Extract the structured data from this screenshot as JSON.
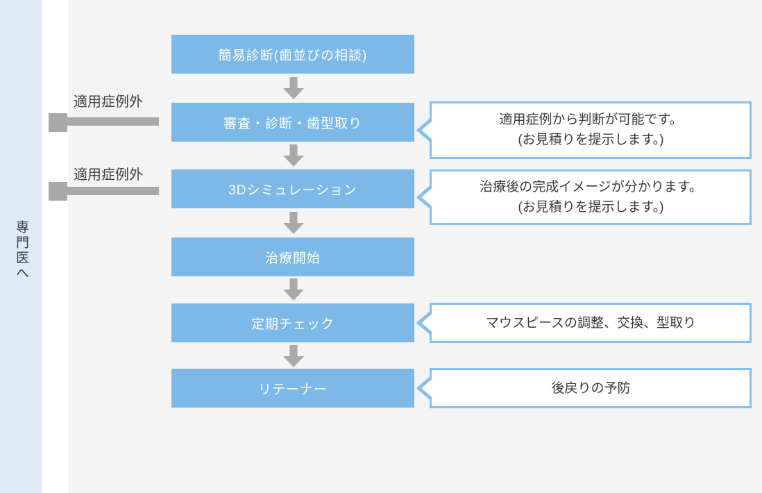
{
  "diagram": {
    "side_label": "専門医へ",
    "steps": [
      {
        "label": "簡易診断(歯並びの相談)"
      },
      {
        "label": "審査・診断・歯型取り"
      },
      {
        "label": "3Dシミュレーション"
      },
      {
        "label": "治療開始"
      },
      {
        "label": "定期チェック"
      },
      {
        "label": "リテーナー"
      }
    ],
    "branches": [
      {
        "label": "適用症例外"
      },
      {
        "label": "適用症例外"
      }
    ],
    "callouts": [
      {
        "lines": [
          "適用症例から判断が可能です。",
          "(お見積りを提示します。)"
        ]
      },
      {
        "lines": [
          "治療後の完成イメージが分かります。",
          "(お見積りを提示します。)"
        ]
      },
      {
        "lines": [
          "マウスピースの調整、交換、型取り"
        ]
      },
      {
        "lines": [
          "後戻りの予防"
        ]
      }
    ],
    "colors": {
      "step_fill": "#7cb9e8",
      "callout_border": "#85bfed",
      "connector_gray": "#a9a9a9",
      "panel_background": "#f4f4f5",
      "side_strip": "#dfecf7",
      "dark_text": "#3c4043",
      "step_text": "#ffffff"
    }
  }
}
